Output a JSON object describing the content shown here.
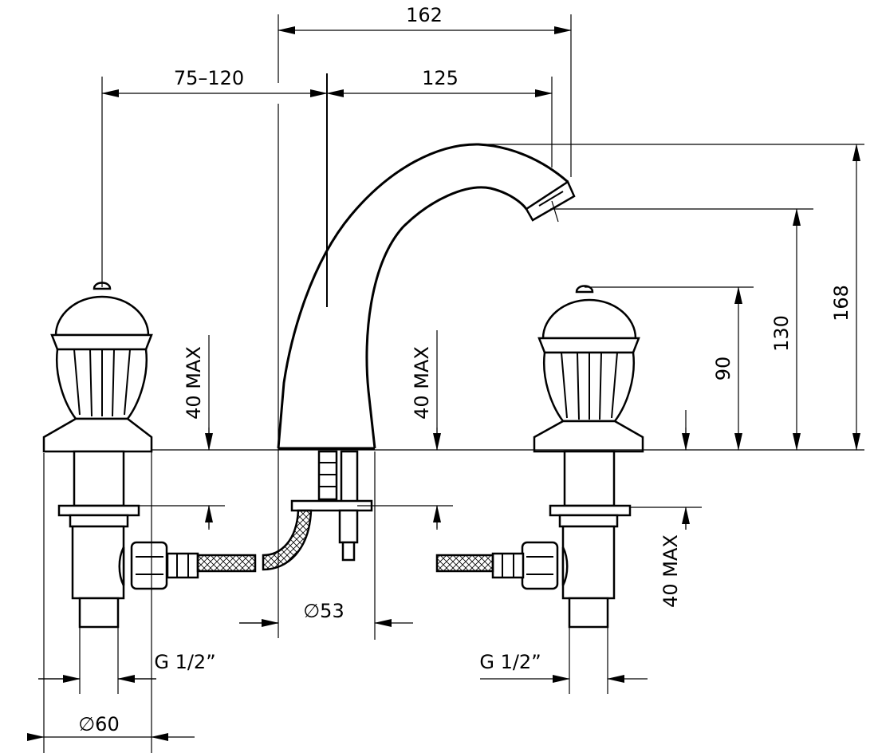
{
  "dimensions": {
    "d162": "162",
    "d75_120": "75–120",
    "d125": "125",
    "d168": "168",
    "d130": "130",
    "d90": "90",
    "d40max_left": "40 MAX",
    "d40max_center": "40 MAX",
    "d40max_right": "40 MAX",
    "d53": "∅53",
    "d60": "∅60",
    "g_left": "G 1/2”",
    "g_right": "G 1/2”"
  }
}
